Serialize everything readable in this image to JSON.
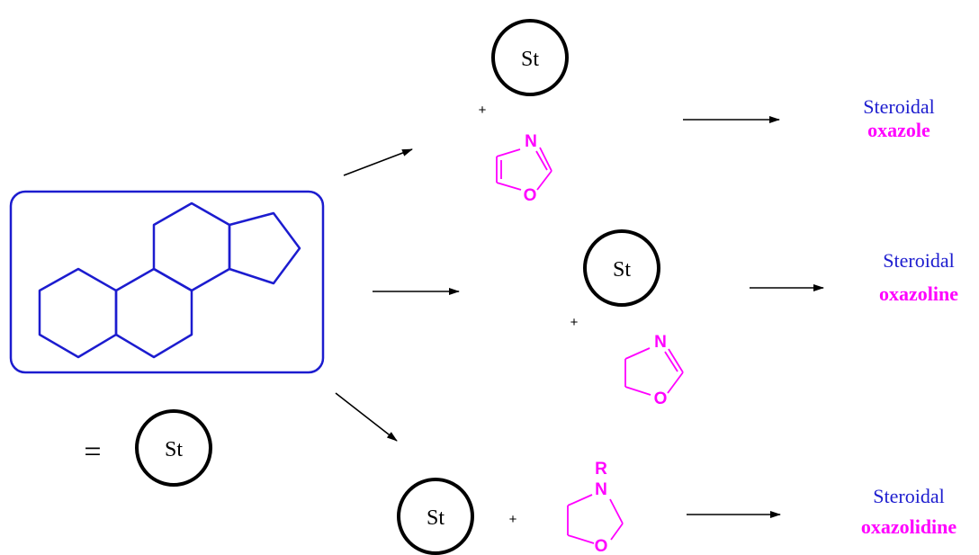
{
  "colors": {
    "steroid": "#1c1ccf",
    "heterocycle": "#ff00ff",
    "ink": "#000000"
  },
  "legend": {
    "equals": "=",
    "st_label": "St"
  },
  "routes": [
    {
      "st_label": "St",
      "plus": "+",
      "ring": {
        "n_label": "N",
        "o_label": "O"
      },
      "product": {
        "line1": "Steroidal",
        "line2": "oxazole"
      }
    },
    {
      "st_label": "St",
      "plus": "+",
      "ring": {
        "n_label": "N",
        "o_label": "O"
      },
      "product": {
        "line1": "Steroidal",
        "line2": "oxazoline"
      }
    },
    {
      "st_label": "St",
      "plus": "+",
      "ring": {
        "r_label": "R",
        "n_label": "N",
        "o_label": "O"
      },
      "product": {
        "line1": "Steroidal",
        "line2": "oxazolidine"
      }
    }
  ]
}
